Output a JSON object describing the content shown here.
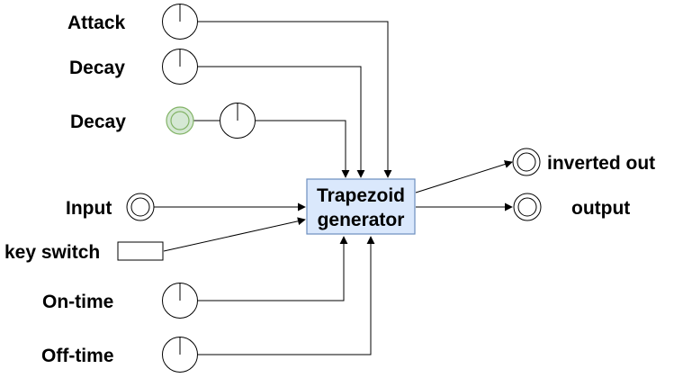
{
  "labels": {
    "attack": "Attack",
    "decay1": "Decay",
    "decay2": "Decay",
    "input": "Input",
    "key_switch": "key switch",
    "on_time": "On-time",
    "off_time": "Off-time",
    "inverted_out": "inverted out",
    "output": "output"
  },
  "block": {
    "line1": "Trapezoid",
    "line2": "generator"
  },
  "colors": {
    "block_fill": "#dae8fc",
    "block_stroke": "#6c8ebf",
    "green_jack_fill": "#d5e8d4",
    "green_jack_stroke": "#82b366",
    "line": "#000000"
  }
}
